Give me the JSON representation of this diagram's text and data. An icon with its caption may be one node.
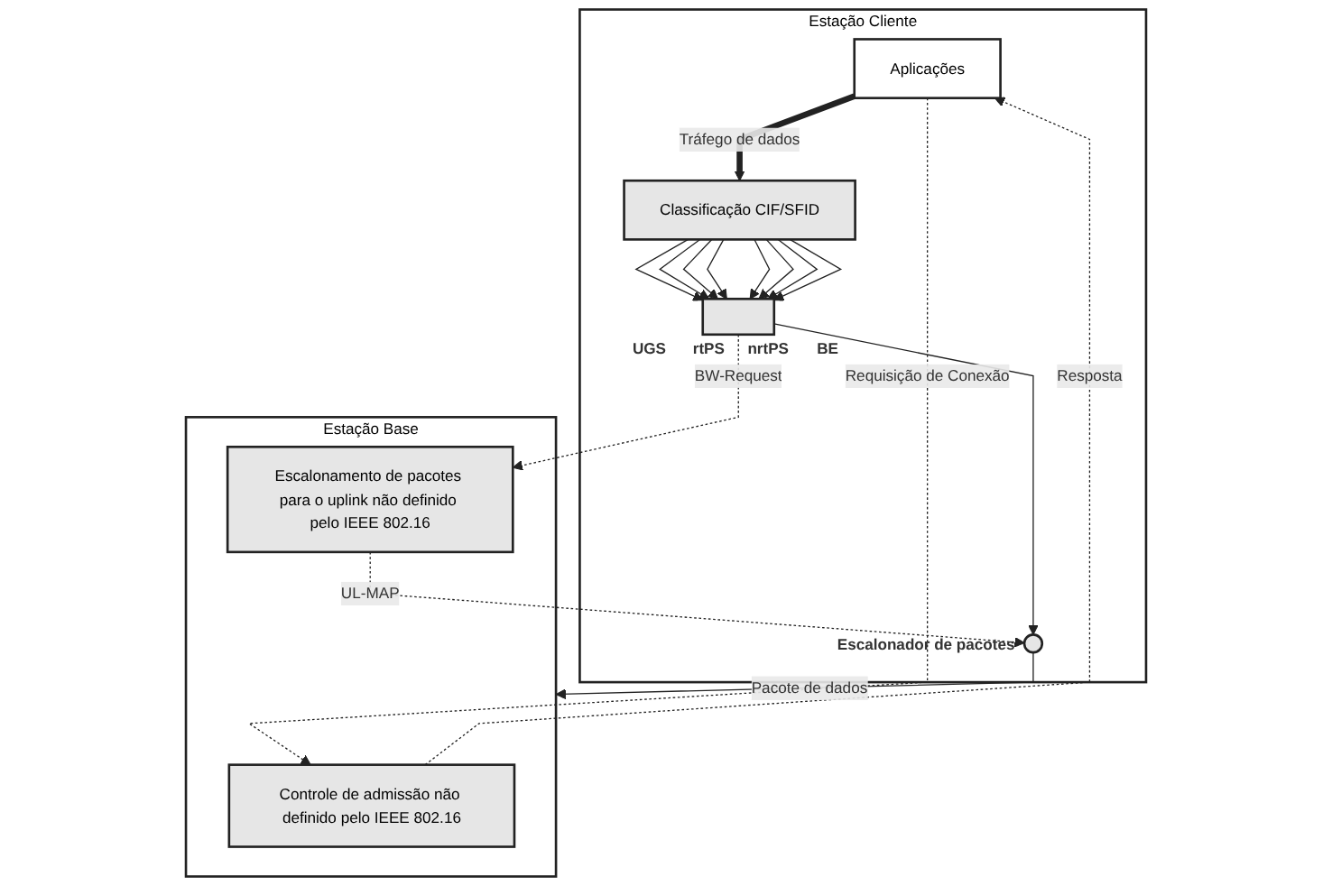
{
  "diagram": {
    "nodes": [
      {
        "text": [
          "Estação Cliente"
        ]
      },
      {
        "text": [
          "Aplicações"
        ],
        "in": 0
      },
      {
        "text": [
          "Classificação CIF/SFID"
        ],
        "in": 0
      },
      {
        "text": [],
        "shape": "box",
        "in": 0,
        "beside": [
          "UGS",
          "rtPS",
          "nrtPS",
          "BE"
        ]
      },
      {
        "text": [],
        "shape": "circle",
        "in": 0,
        "beside": [
          "Escalonador de pacotes"
        ]
      },
      {
        "text": [
          "Estação Base"
        ]
      },
      {
        "text": [
          "Controle de admissão não definido pelo IEEE 802.16"
        ],
        "in": 5
      },
      {
        "text": [
          "Escalonamento de pacotes para o uplink não definido pelo IEEE 802.16"
        ],
        "in": 5
      }
    ],
    "edges": [
      {
        "from": 1,
        "to": 6,
        "arrow": "to",
        "label": "Requisição de Conexão",
        "style": "dashed"
      },
      {
        "from": 6,
        "to": 1,
        "arrow": "to",
        "label": "Resposta",
        "style": "dashed"
      },
      {
        "from": 1,
        "to": 2,
        "arrow": "to",
        "label": "Tráfego de dados",
        "style": "thick"
      },
      {
        "from": 2,
        "to": 3,
        "arrow": "to"
      },
      {
        "from": 2,
        "to": 3,
        "arrow": "to"
      },
      {
        "from": 2,
        "to": 3,
        "arrow": "to"
      },
      {
        "from": 2,
        "to": 3,
        "arrow": "to"
      },
      {
        "from": 2,
        "to": 3,
        "arrow": "to"
      },
      {
        "from": 2,
        "to": 3,
        "arrow": "to"
      },
      {
        "from": 2,
        "to": 3,
        "arrow": "to"
      },
      {
        "from": 2,
        "to": 3,
        "arrow": "to"
      },
      {
        "from": 3,
        "to": 4,
        "arrow": "to"
      },
      {
        "from": 3,
        "to": 7,
        "arrow": "to",
        "label": "BW-Request",
        "style": "dashed"
      },
      {
        "from": 7,
        "to": 4,
        "arrow": "to",
        "label": "UL-MAP",
        "style": "dashed"
      },
      {
        "from": 4,
        "to": 5,
        "arrow": "to",
        "label": "Pacote de dados"
      }
    ]
  }
}
